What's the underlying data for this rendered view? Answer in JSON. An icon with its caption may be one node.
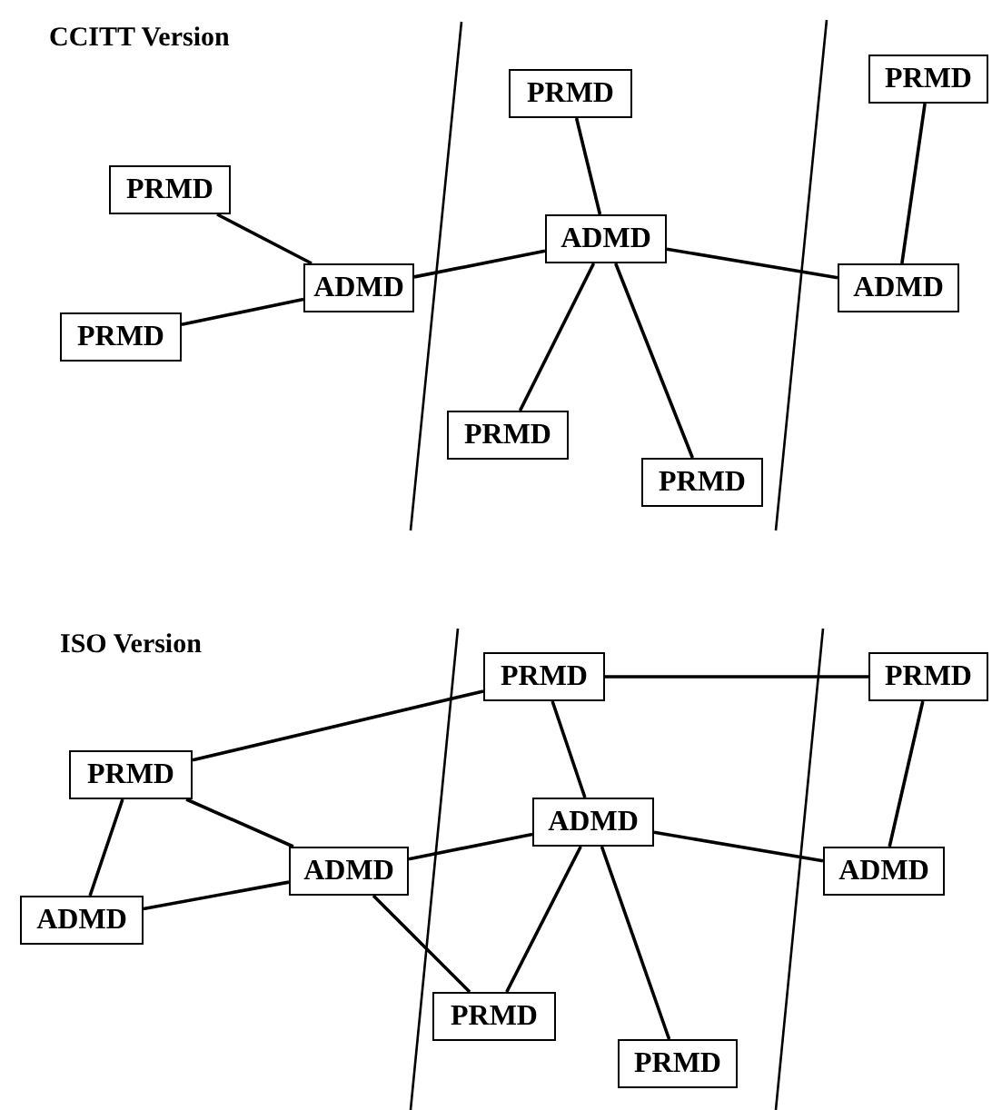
{
  "diagram": {
    "nodes": [
      {
        "text": [
          "PRMD"
        ]
      },
      {
        "text": [
          "PRMD"
        ]
      },
      {
        "text": [
          "PRMD"
        ]
      },
      {
        "text": [
          "ADMD"
        ]
      },
      {
        "text": [
          "ADMD"
        ]
      },
      {
        "text": [
          "ADMD"
        ]
      },
      {
        "text": [
          "PRMD"
        ]
      },
      {
        "text": [
          "PRMD"
        ]
      },
      {
        "text": [
          "PRMD"
        ]
      },
      {
        "text": [
          "PRMD"
        ]
      },
      {
        "text": [
          "PRMD"
        ]
      },
      {
        "text": [
          "PRMD"
        ]
      },
      {
        "text": [
          "ADMD"
        ]
      },
      {
        "text": [
          "ADMD"
        ]
      },
      {
        "text": [
          "ADMD"
        ]
      },
      {
        "text": [
          "ADMD"
        ]
      },
      {
        "text": [
          "PRMD"
        ]
      },
      {
        "text": [
          "PRMD"
        ]
      }
    ],
    "edges": [
      {
        "from": 2,
        "to": 4,
        "arrow": "none"
      },
      {
        "from": 6,
        "to": 4,
        "arrow": "none"
      },
      {
        "from": 4,
        "to": 3,
        "arrow": "none"
      },
      {
        "from": 0,
        "to": 3,
        "arrow": "none"
      },
      {
        "from": 3,
        "to": 5,
        "arrow": "none"
      },
      {
        "from": 1,
        "to": 5,
        "arrow": "none"
      },
      {
        "from": 3,
        "to": 7,
        "arrow": "none"
      },
      {
        "from": 3,
        "to": 8,
        "arrow": "none"
      },
      {
        "from": 11,
        "to": 9,
        "arrow": "none"
      },
      {
        "from": 9,
        "to": 10,
        "arrow": "none"
      },
      {
        "from": 11,
        "to": 13,
        "arrow": "none"
      },
      {
        "from": 11,
        "to": 15,
        "arrow": "none"
      },
      {
        "from": 15,
        "to": 13,
        "arrow": "none"
      },
      {
        "from": 13,
        "to": 12,
        "arrow": "none"
      },
      {
        "from": 9,
        "to": 12,
        "arrow": "none"
      },
      {
        "from": 12,
        "to": 14,
        "arrow": "none"
      },
      {
        "from": 10,
        "to": 14,
        "arrow": "none"
      },
      {
        "from": 13,
        "to": 16,
        "arrow": "none"
      },
      {
        "from": 12,
        "to": 16,
        "arrow": "none"
      },
      {
        "from": 12,
        "to": 17,
        "arrow": "none"
      }
    ],
    "labels": [
      "CCITT Version",
      "ISO Version"
    ]
  }
}
